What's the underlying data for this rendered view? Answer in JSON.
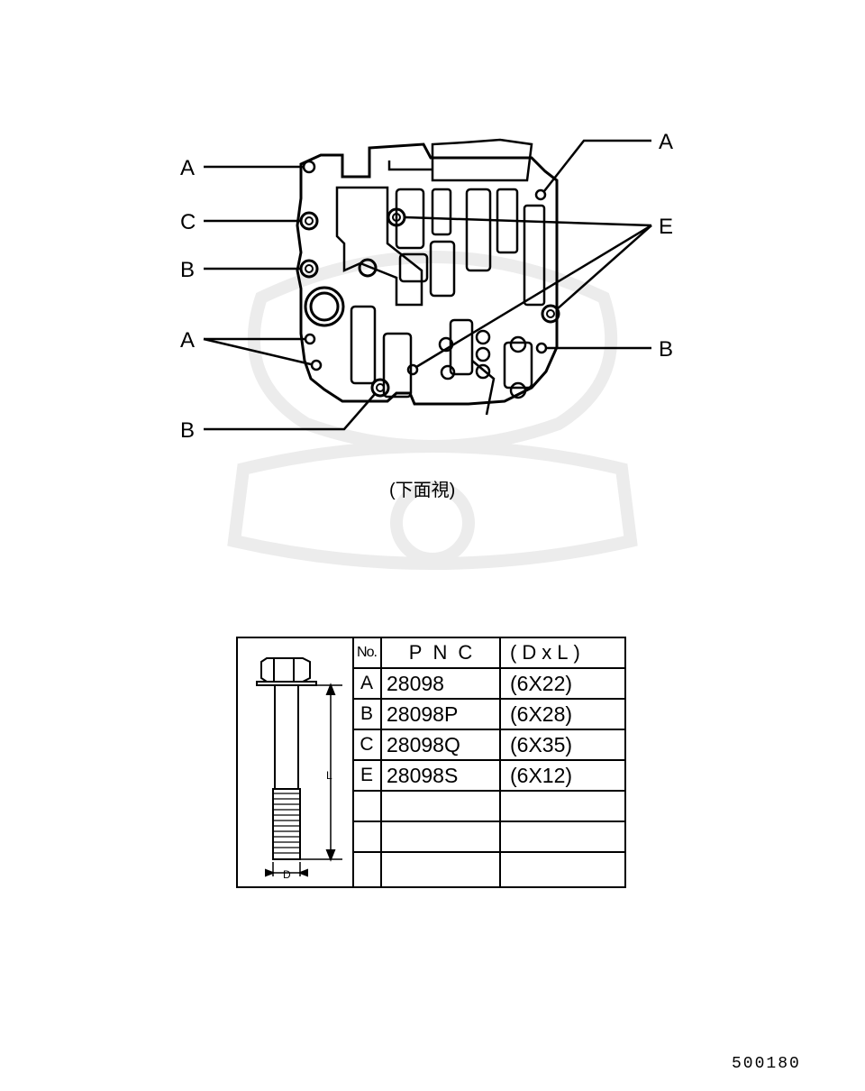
{
  "callouts": {
    "left": [
      "A",
      "C",
      "B",
      "A",
      "B"
    ],
    "right": [
      "A",
      "E",
      "B"
    ]
  },
  "view_caption": "(下面視)",
  "table": {
    "header": {
      "no": "No.",
      "pnc": "PNC",
      "dl": "(DxL)"
    },
    "rows": [
      {
        "no": "A",
        "pnc": "28098",
        "dl": "(6X22)"
      },
      {
        "no": "B",
        "pnc": "28098P",
        "dl": "(6X28)"
      },
      {
        "no": "C",
        "pnc": "28098Q",
        "dl": "(6X35)"
      },
      {
        "no": "E",
        "pnc": "28098S",
        "dl": "(6X12)"
      },
      {
        "no": "",
        "pnc": "",
        "dl": ""
      },
      {
        "no": "",
        "pnc": "",
        "dl": ""
      },
      {
        "no": "",
        "pnc": "",
        "dl": ""
      }
    ]
  },
  "bolt_dims": {
    "length_label": "L",
    "diameter_label": "D"
  },
  "drawing_code": "500180"
}
